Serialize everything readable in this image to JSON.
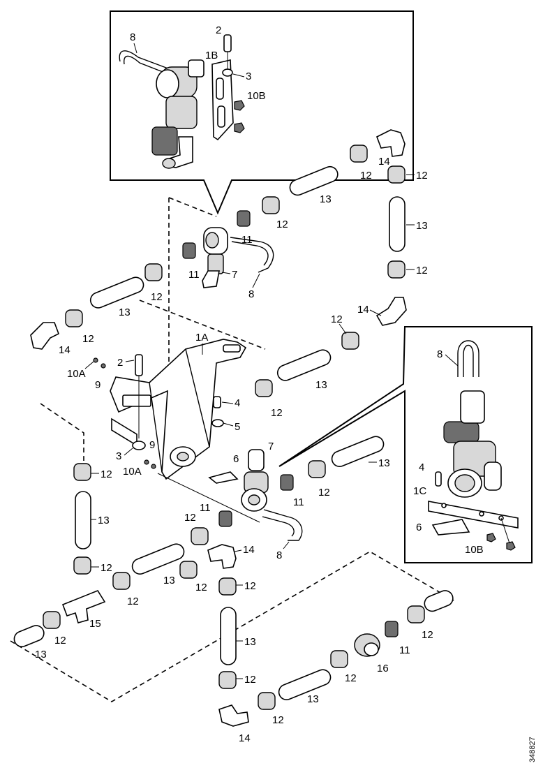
{
  "figure": {
    "code": "348827"
  },
  "callouts": {
    "c8a": "8",
    "c2a": "2",
    "c1B": "1B",
    "c3a": "3",
    "c10Ba": "10B",
    "c12a": "12",
    "c14a": "14",
    "c12b": "12",
    "c13a": "13",
    "c12c": "12",
    "c13b": "13",
    "c12d": "12",
    "c11a": "11",
    "c11b": "11",
    "c7a": "7",
    "c8b": "8",
    "c12e": "12",
    "c13c": "13",
    "c12f": "12",
    "c14b": "14",
    "c14c": "14",
    "c12g": "12",
    "c1A": "1A",
    "c10Aa": "10A",
    "c2b": "2",
    "c9a": "9",
    "c13d": "13",
    "c12h": "12",
    "c4a": "4",
    "c5a": "5",
    "c3b": "3",
    "c9b": "9",
    "c10Ab": "10A",
    "c6a": "6",
    "c7b": "7",
    "c13e": "13",
    "c12i": "12",
    "c11c": "11",
    "c11d": "11",
    "c12j": "12",
    "c13f": "13",
    "c14d": "14",
    "c8c": "8",
    "c12k": "12",
    "c12l": "12",
    "c13g": "13",
    "c12m": "12",
    "c15a": "15",
    "c12n": "12",
    "c13h": "13",
    "c12o": "12",
    "c13i": "13",
    "c12p": "12",
    "c12q": "12",
    "c13j": "13",
    "c12r": "12",
    "c14e": "14",
    "c16a": "16",
    "c12s": "12",
    "c11e": "11",
    "c12t": "12",
    "c8d": "8",
    "c4b": "4",
    "c1C": "1C",
    "c6b": "6",
    "c10Bb": "10B"
  }
}
